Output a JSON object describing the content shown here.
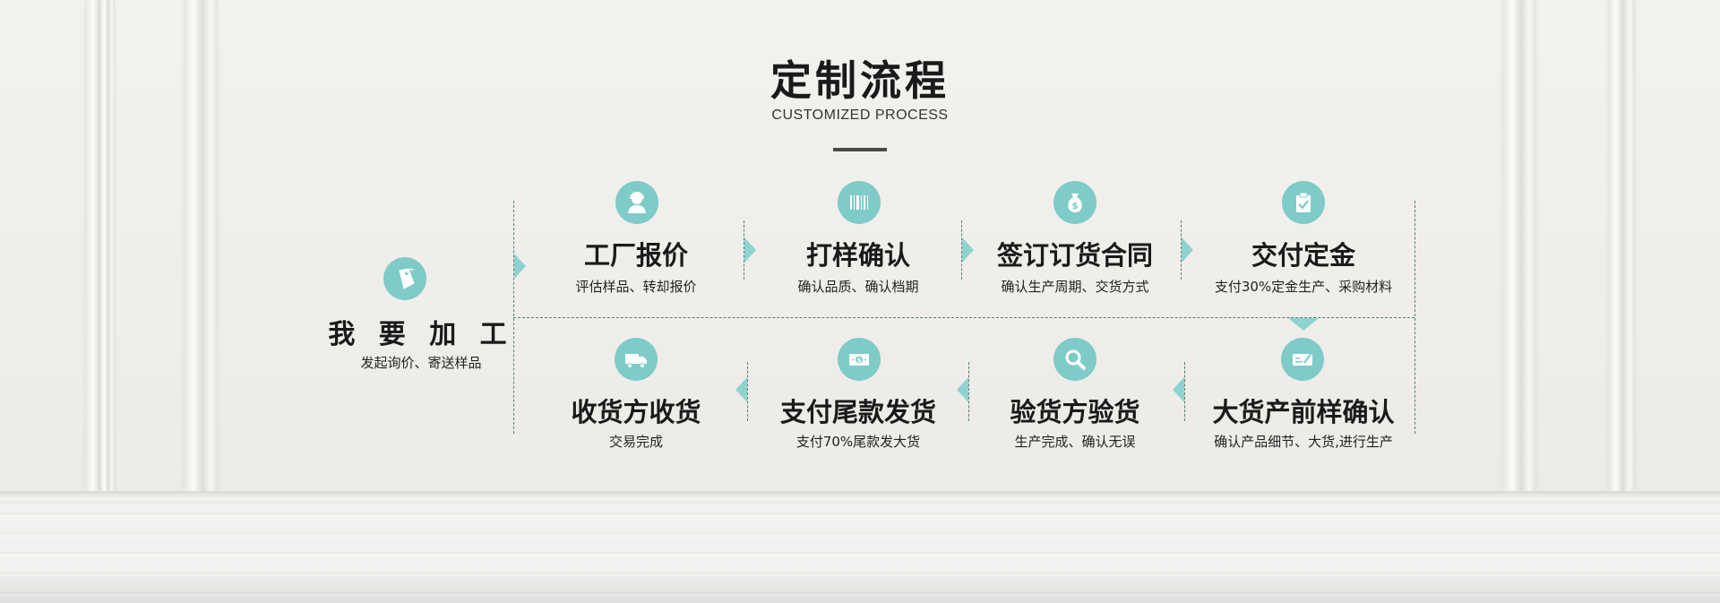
{
  "header": {
    "title": "定制流程",
    "subtitle": "CUSTOMIZED PROCESS"
  },
  "colors": {
    "accent": "#7ecbc8",
    "arrow": "#8fd3d0",
    "text": "#1a1a1a"
  },
  "start": {
    "icon": "tag-icon",
    "name": "我 要 加 工",
    "desc": "发起询价、寄送样品"
  },
  "top_steps": [
    {
      "icon": "customer-service-icon",
      "name": "工厂报价",
      "desc": "评估样品、转却报价"
    },
    {
      "icon": "barcode-icon",
      "name": "打样确认",
      "desc": "确认品质、确认档期"
    },
    {
      "icon": "money-bag-icon",
      "name": "签订订货合同",
      "desc": "确认生产周期、交货方式"
    },
    {
      "icon": "clipboard-check-icon",
      "name": "交付定金",
      "desc": "支付30%定金生产、采购材料"
    }
  ],
  "bottom_steps": [
    {
      "icon": "delivery-truck-icon",
      "name": "收货方收货",
      "desc": "交易完成"
    },
    {
      "icon": "banknote-icon",
      "name": "支付尾款发货",
      "desc": "支付70%尾款发大货"
    },
    {
      "icon": "magnifier-icon",
      "name": "验货方验货",
      "desc": "生产完成、确认无误"
    },
    {
      "icon": "cheque-icon",
      "name": "大货产前样确认",
      "desc": "确认产品细节、大货,进行生产"
    }
  ]
}
